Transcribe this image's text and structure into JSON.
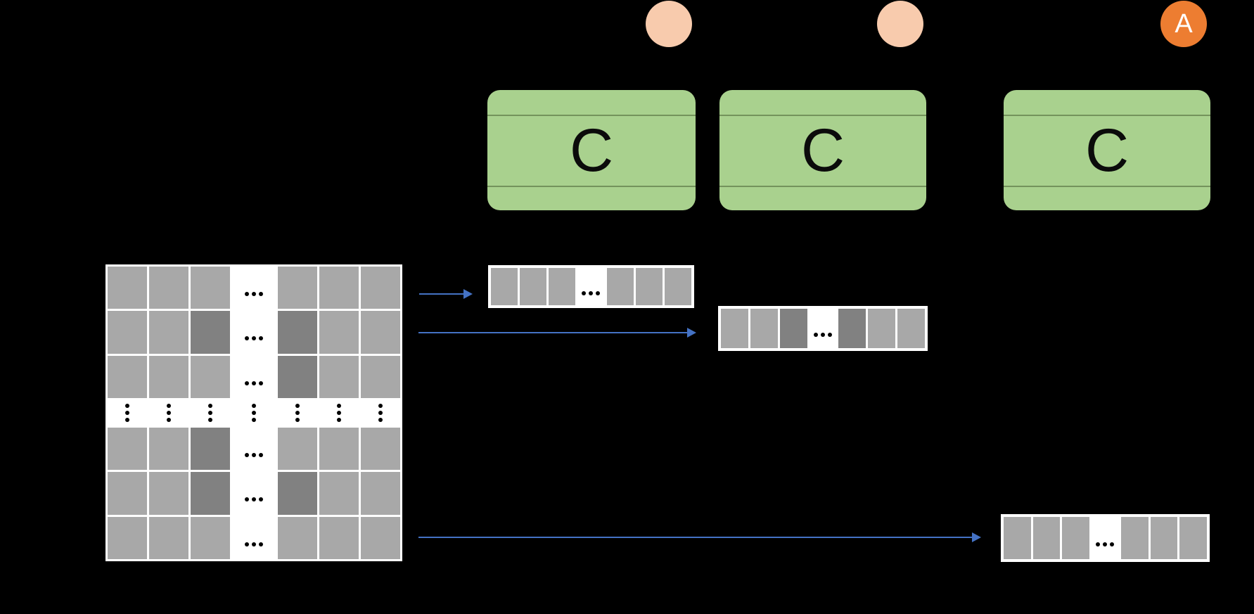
{
  "colors": {
    "bg": "#000000",
    "panel_white": "#ffffff",
    "cell_light": "#a8a8a8",
    "cell_dark": "#818181",
    "box_fill": "#a9d18e",
    "box_line": "#74935c",
    "circle_fill": "#f8cbad",
    "circle_accent_fill": "#ed7d31",
    "circle_accent_text": "#ffffff",
    "arrow": "#4472c4",
    "dots": "#000000"
  },
  "legend": {
    "L": "light-gray cell",
    "D": "dark-gray cell",
    "H": "horizontal ellipsis",
    "V": "vertical ellipsis column"
  },
  "matrix": {
    "rows": [
      [
        "L",
        "L",
        "L",
        "H",
        "L",
        "L",
        "L"
      ],
      [
        "L",
        "L",
        "D",
        "H",
        "D",
        "L",
        "L"
      ],
      [
        "L",
        "L",
        "L",
        "H",
        "D",
        "L",
        "L"
      ],
      [
        "V",
        "V",
        "V",
        "V",
        "V",
        "V",
        "V"
      ],
      [
        "L",
        "L",
        "D",
        "H",
        "L",
        "L",
        "L"
      ],
      [
        "L",
        "L",
        "D",
        "H",
        "D",
        "L",
        "L"
      ],
      [
        "L",
        "L",
        "L",
        "H",
        "L",
        "L",
        "L"
      ]
    ]
  },
  "vectors": [
    {
      "cells": [
        "L",
        "L",
        "L",
        "H",
        "L",
        "L",
        "L"
      ]
    },
    {
      "cells": [
        "L",
        "L",
        "D",
        "H",
        "D",
        "L",
        "L"
      ]
    },
    {
      "cells": [
        "L",
        "L",
        "L",
        "H",
        "L",
        "L",
        "L"
      ]
    }
  ],
  "boxes": [
    {
      "label": "C"
    },
    {
      "label": "C"
    },
    {
      "label": "C"
    }
  ],
  "circles": [
    {
      "label": ""
    },
    {
      "label": ""
    },
    {
      "label": "A"
    }
  ]
}
